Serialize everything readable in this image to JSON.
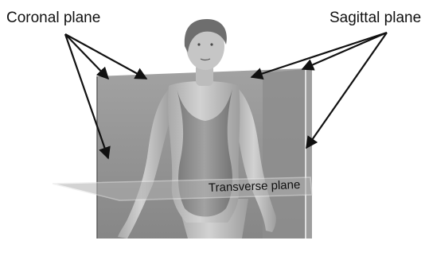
{
  "labels": {
    "coronal": "Coronal plane",
    "sagittal": "Sagittal plane",
    "transverse": "Transverse plane"
  },
  "colors": {
    "arrow": "#111111",
    "plane_fill": "#8a8a8a",
    "transverse_fill": "#9b9b9b",
    "skin": "#bdbdbd",
    "swimsuit": "#8f8f8f",
    "hair": "#6e6e6e"
  },
  "illustration": {
    "subject": "standing-female-figure-in-swimsuit"
  }
}
